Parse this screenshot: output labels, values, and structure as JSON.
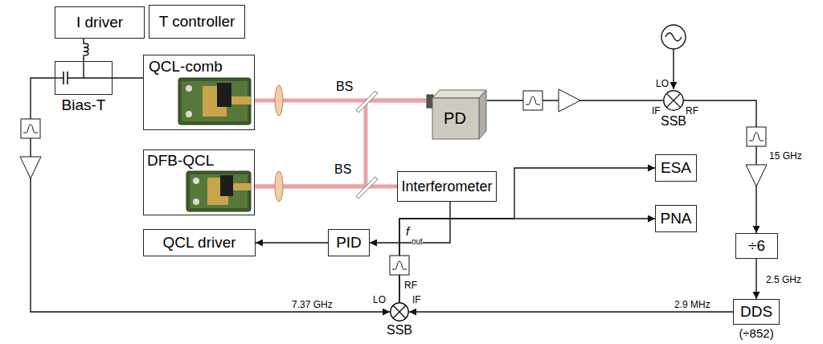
{
  "diagram": {
    "nodes": [
      {
        "text": [
          "I driver"
        ]
      },
      {
        "text": [
          "T controller"
        ]
      },
      {
        "text": [
          "Bias-T"
        ]
      },
      {
        "text": [
          "QCL-comb"
        ]
      },
      {
        "text": [
          "PD"
        ]
      },
      {
        "text": [
          "SSB"
        ]
      },
      {
        "text": [
          "DFB-QCL"
        ]
      },
      {
        "text": [
          "Interferometer"
        ]
      },
      {
        "text": [
          "ESA"
        ]
      },
      {
        "text": [
          "PNA"
        ]
      },
      {
        "text": [
          "÷6"
        ]
      },
      {
        "text": [
          "QCL driver"
        ]
      },
      {
        "text": [
          "PID"
        ]
      },
      {
        "text": [
          "DDS",
          "(÷852)"
        ]
      },
      {
        "text": [
          "SSB"
        ]
      }
    ],
    "edges": [
      {
        "from": 0,
        "to": 2,
        "arrow": "none"
      },
      {
        "from": 2,
        "to": 3,
        "arrow": "none"
      },
      {
        "from": 3,
        "to": 4,
        "arrow": "none"
      },
      {
        "from": 6,
        "to": 4,
        "arrow": "none"
      },
      {
        "from": 6,
        "to": 7,
        "arrow": "none"
      },
      {
        "from": 7,
        "to": 12,
        "arrow": "to"
      },
      {
        "from": 12,
        "to": 11,
        "arrow": "to"
      },
      {
        "from": 4,
        "to": 5,
        "arrow": "none"
      },
      {
        "from": 5,
        "to": 10,
        "label": "15 GHz",
        "arrow": "to"
      },
      {
        "from": 10,
        "to": 13,
        "label": "2.5 GHz",
        "arrow": "to"
      },
      {
        "from": 13,
        "to": 14,
        "label": "2.9 MHz",
        "arrow": "to"
      },
      {
        "from": 2,
        "to": 14,
        "label": "7.37 GHz",
        "arrow": "to"
      },
      {
        "from": 14,
        "to": 8,
        "arrow": "to"
      },
      {
        "from": 14,
        "to": 9,
        "arrow": "to"
      }
    ],
    "labels": [
      "BS",
      "LO",
      "IF",
      "RF",
      "BS",
      "f",
      "out",
      "RF",
      "LO",
      "IF"
    ]
  }
}
